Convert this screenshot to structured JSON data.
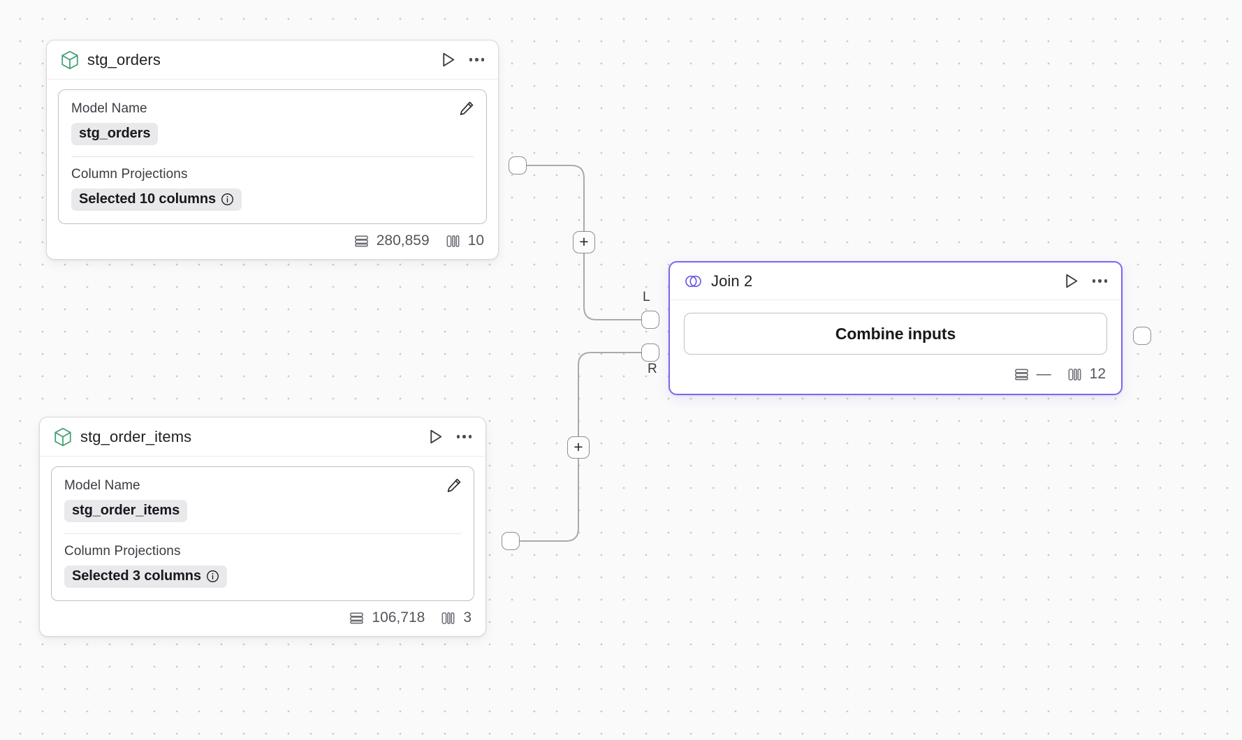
{
  "canvas": {
    "background_color": "#fafafa",
    "grid_dot_color": "#c9c9cd",
    "accent_color": "#7c66f0",
    "model_icon_color": "#3f9e6e"
  },
  "nodes": [
    {
      "id": "stg_orders",
      "type": "model",
      "icon": "cube-icon",
      "title": "stg_orders",
      "actions": {
        "run_label": "run-icon",
        "more_label": "more-options-icon"
      },
      "panel": {
        "model_name_label": "Model Name",
        "model_name_value": "stg_orders",
        "column_projections_label": "Column Projections",
        "column_projections_value": "Selected 10 columns",
        "edit_icon": "pencil-icon",
        "info_icon": "info-icon"
      },
      "footer": {
        "rows": "280,859",
        "columns": "10"
      }
    },
    {
      "id": "stg_order_items",
      "type": "model",
      "icon": "cube-icon",
      "title": "stg_order_items",
      "actions": {
        "run_label": "run-icon",
        "more_label": "more-options-icon"
      },
      "panel": {
        "model_name_label": "Model Name",
        "model_name_value": "stg_order_items",
        "column_projections_label": "Column Projections",
        "column_projections_value": "Selected 3 columns",
        "edit_icon": "pencil-icon",
        "info_icon": "info-icon"
      },
      "footer": {
        "rows": "106,718",
        "columns": "3"
      }
    },
    {
      "id": "join_2",
      "type": "join",
      "icon": "venn-icon",
      "title": "Join 2",
      "selected": true,
      "actions": {
        "run_label": "run-icon",
        "more_label": "more-options-icon"
      },
      "body": {
        "combine_button_label": "Combine inputs"
      },
      "footer": {
        "rows": "—",
        "columns": "12"
      },
      "input_ports": [
        {
          "label": "L"
        },
        {
          "label": "R"
        }
      ]
    }
  ],
  "edge_buttons": [
    {
      "label": "+",
      "name": "add-node-on-edge-top"
    },
    {
      "label": "+",
      "name": "add-node-on-edge-bottom"
    }
  ]
}
